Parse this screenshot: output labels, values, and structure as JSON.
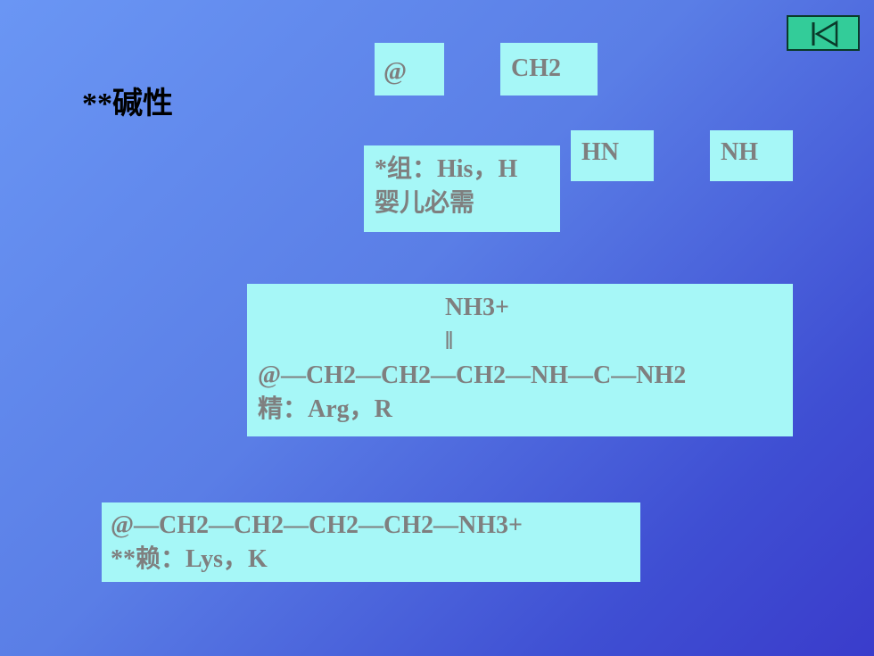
{
  "heading": "**碱性",
  "labels": {
    "at": "@",
    "ch2": "CH2",
    "hn": "HN",
    "nh": "NH"
  },
  "his_box": {
    "line1": "*组：His，H",
    "line2": "婴儿必需"
  },
  "arg_box": {
    "line1": "NH3+",
    "line2": "‖",
    "line3": "@—CH2—CH2—CH2—NH—C—NH2",
    "line4": "精：Arg，R"
  },
  "lys_box": {
    "line1": "@—CH2—CH2—CH2—CH2—NH3+",
    "line2": "**赖：Lys，K"
  },
  "nav": {
    "icon": "skip-to-start-icon",
    "color": "#33cc99"
  }
}
